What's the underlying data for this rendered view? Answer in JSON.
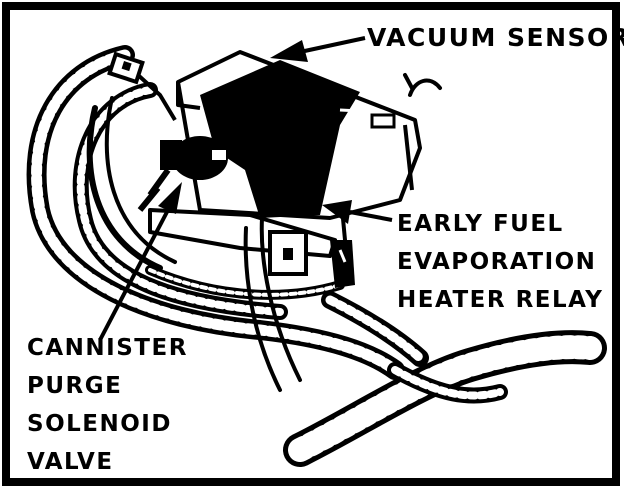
{
  "labels": {
    "vacuum_sensor": "VACUUM SENSOR",
    "efe_relay": [
      "EARLY FUEL",
      "EVAPORATION",
      "HEATER RELAY"
    ],
    "canister_valve": [
      "CANNISTER",
      "PURGE",
      "SOLENOID",
      "VALVE"
    ]
  },
  "colors": {
    "ink": "#000000",
    "paper": "#ffffff"
  }
}
